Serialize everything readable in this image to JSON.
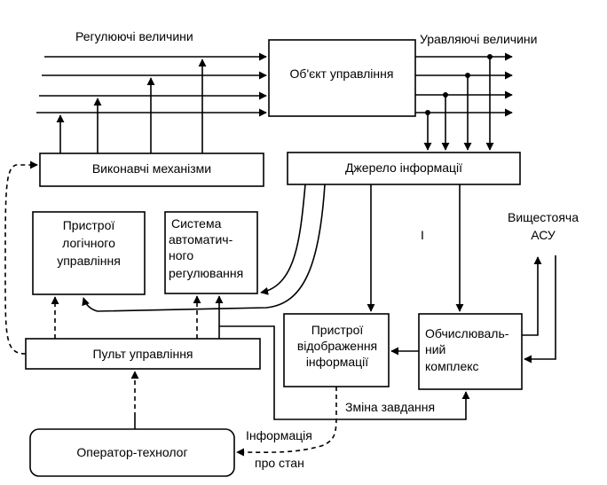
{
  "labels": {
    "regulating": "Регулюючі величини",
    "controlled": "Уравляючі величини",
    "stray_mark": "I",
    "task_change": "Зміна завдання",
    "info_line1": "Інформація",
    "info_line2": "про стан"
  },
  "blocks": {
    "object": "Об'єкт управління",
    "actuators": "Виконавчі механізми",
    "info_source": "Джерело інформації",
    "logic_lines": [
      "Пристрої",
      "логічного",
      "управління"
    ],
    "auto_reg_lines": [
      "Система",
      "автоматич-",
      "ного",
      "регулювання"
    ],
    "display_lines": [
      "Пристрої",
      "відображення",
      "інформації"
    ],
    "computer_lines": [
      "Обчислюваль-",
      "ний",
      "комплекс"
    ],
    "upper_asu_lines": [
      "Вищестояча",
      "АСУ"
    ],
    "control_panel": "Пульт управління",
    "operator": "Оператор-технолог"
  },
  "colors": {
    "line": "#000000",
    "background": "#ffffff"
  }
}
